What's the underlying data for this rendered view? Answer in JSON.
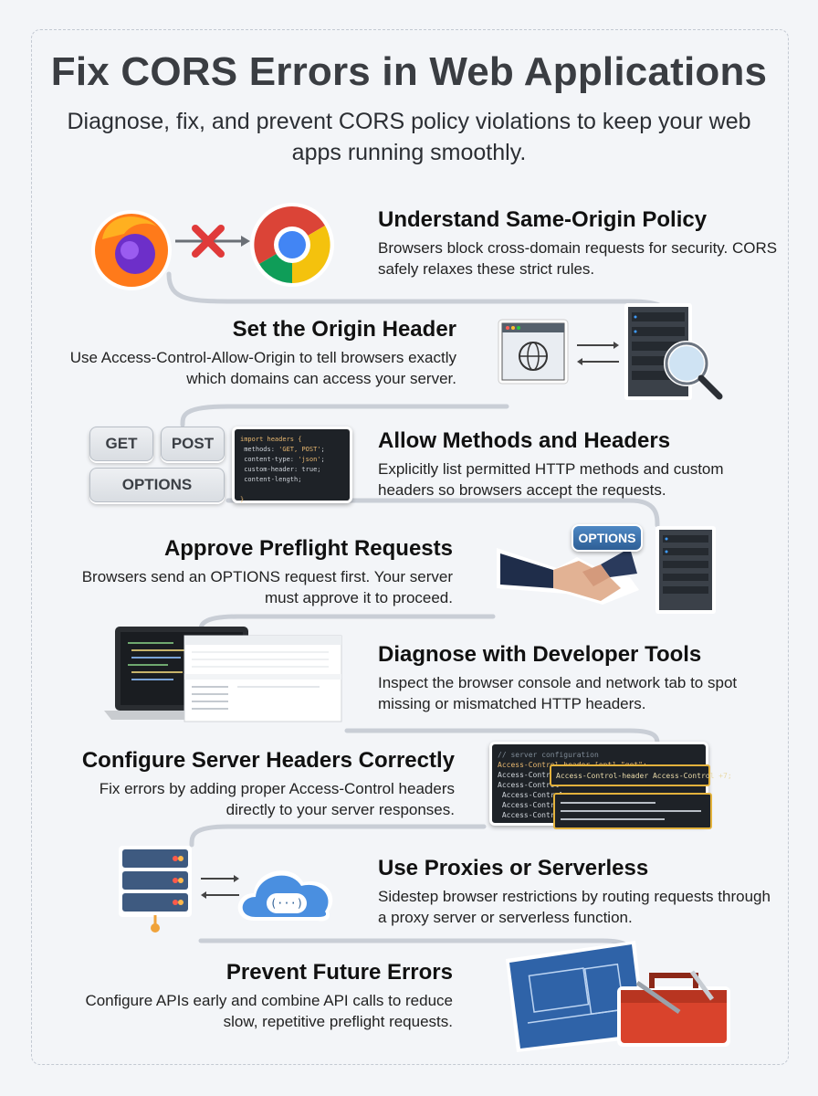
{
  "title": "Fix CORS Errors in Web Applications",
  "subtitle": "Diagnose, fix, and prevent CORS policy violations to keep your web apps running smoothly.",
  "steps": [
    {
      "title": "Understand Same-Origin Policy",
      "text": "Browsers block cross-domain requests for security. CORS safely relaxes these strict rules."
    },
    {
      "title": "Set the Origin Header",
      "text": "Use Access-Control-Allow-Origin to tell browsers exactly which domains can access your server."
    },
    {
      "title": "Allow Methods and Headers",
      "text": "Explicitly list permitted HTTP methods and custom headers so browsers accept the requests."
    },
    {
      "title": "Approve Preflight Requests",
      "text": "Browsers send an OPTIONS request first. Your server must approve it to proceed."
    },
    {
      "title": "Diagnose with Developer Tools",
      "text": "Inspect the browser console and network tab to spot missing or mismatched HTTP headers."
    },
    {
      "title": "Configure Server Headers Correctly",
      "text": "Fix errors by adding proper Access-Control headers directly to your server responses."
    },
    {
      "title": "Use Proxies or Serverless",
      "text": "Sidestep browser restrictions by routing requests through a proxy server or serverless function."
    },
    {
      "title": "Prevent Future Errors",
      "text": "Configure APIs early and combine API calls to reduce slow, repetitive preflight requests."
    }
  ],
  "methods": {
    "get": "GET",
    "post": "POST",
    "options": "OPTIONS"
  },
  "preflight_badge": "OPTIONS",
  "code_header_line": "Access-Control-header Access-Control +7;",
  "colors": {
    "path": "#c9ced6",
    "accent_blue": "#2e5f96",
    "red_x": "#e03a3a"
  },
  "icons": [
    "firefox-icon",
    "chrome-icon",
    "blocked-x-icon",
    "browser-globe-icon",
    "server-icon",
    "magnifier-icon",
    "handshake-icon",
    "laptop-icon",
    "cloud-function-icon",
    "blueprint-icon",
    "toolbox-icon"
  ]
}
